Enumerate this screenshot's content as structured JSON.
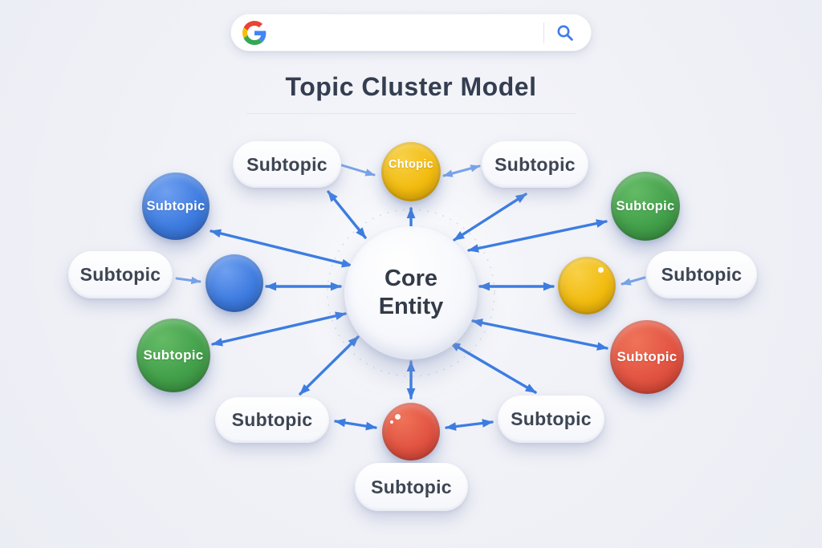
{
  "title": "Topic Cluster Model",
  "search_bar": {
    "value": "",
    "placeholder": ""
  },
  "core": {
    "label": "Core Entity"
  },
  "nodes": [
    {
      "id": "subtopic-pill-top-left",
      "shape": "pill",
      "label": "Subtopic"
    },
    {
      "id": "subtopic-circle-top",
      "shape": "circle",
      "color": "yellow",
      "label": "Chtopic"
    },
    {
      "id": "subtopic-pill-top-right",
      "shape": "pill",
      "label": "Subtopic"
    },
    {
      "id": "subtopic-circle-upper-left",
      "shape": "circle",
      "color": "blue",
      "label": "Subtopic"
    },
    {
      "id": "subtopic-circle-upper-right",
      "shape": "circle",
      "color": "green",
      "label": "Subtopic"
    },
    {
      "id": "subtopic-pill-left",
      "shape": "pill",
      "label": "Subtopic"
    },
    {
      "id": "subtopic-circle-mid-left",
      "shape": "circle",
      "color": "blue",
      "label": ""
    },
    {
      "id": "subtopic-circle-mid-right",
      "shape": "circle",
      "color": "yellow",
      "label": ""
    },
    {
      "id": "subtopic-pill-right",
      "shape": "pill",
      "label": "Subtopic"
    },
    {
      "id": "subtopic-circle-lower-left",
      "shape": "circle",
      "color": "green",
      "label": "Subtopic"
    },
    {
      "id": "subtopic-circle-lower-right",
      "shape": "circle",
      "color": "red",
      "label": "Subtopic"
    },
    {
      "id": "subtopic-pill-bottom-left",
      "shape": "pill",
      "label": "Subtopic"
    },
    {
      "id": "subtopic-circle-bottom",
      "shape": "circle",
      "color": "red",
      "label": ""
    },
    {
      "id": "subtopic-pill-bottom-right",
      "shape": "pill",
      "label": "Subtopic"
    },
    {
      "id": "subtopic-pill-bottom-center",
      "shape": "pill",
      "label": "Subtopic"
    }
  ],
  "colors": {
    "background": "#f0f1f7",
    "arrow": "#3c7de2",
    "arrow_light": "#78a3e8",
    "node_blue": "#3e7ce0",
    "node_green": "#43a04a",
    "node_yellow": "#f2bb0e",
    "node_red": "#e25341",
    "pill_text": "#3d4554",
    "title_text": "#343e50",
    "google_red": "#EA4335",
    "google_blue": "#4285F4",
    "google_yellow": "#FBBC05",
    "google_green": "#34A853"
  }
}
